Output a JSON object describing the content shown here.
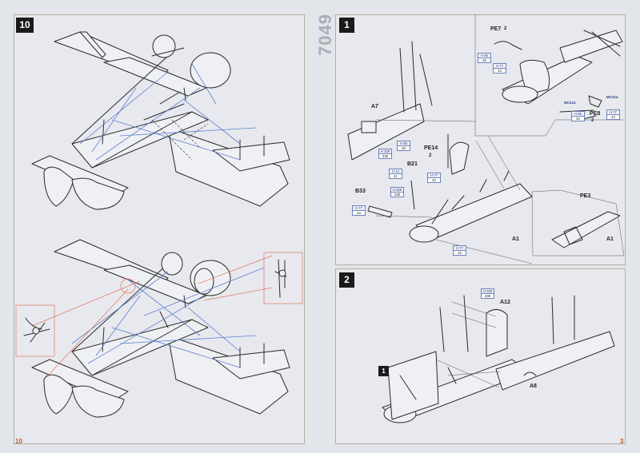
{
  "kit_number": "7049",
  "pages": {
    "left": "10",
    "right": "3"
  },
  "steps": [
    {
      "number": "10"
    },
    {
      "number": "1"
    },
    {
      "number": "2"
    }
  ],
  "step1_parts": {
    "a7": "A7",
    "pe14": "PE14",
    "b21": "B21",
    "b33": "B33",
    "a1_main": "A1",
    "pe7": "PE7",
    "pe8": "PE8",
    "pe3": "PE3",
    "a1_detail": "A1",
    "pe7_sub": "2",
    "pe8_sub": "2",
    "pe14_sub": "2"
  },
  "step2_parts": {
    "a12": "A12",
    "a8": "A8",
    "ref_step": "1"
  },
  "paint_refs": [
    {
      "code": "H 85",
      "num": "45"
    },
    {
      "code": "H 77",
      "num": "43"
    },
    {
      "code": "H 85",
      "num": "45"
    },
    {
      "code": "H 77",
      "num": "43"
    },
    {
      "code": "H 338",
      "num": "338"
    },
    {
      "code": "H 85",
      "num": "48"
    },
    {
      "code": "H 12",
      "num": "41"
    },
    {
      "code": "H 77",
      "num": "43"
    },
    {
      "code": "H 338",
      "num": "338"
    },
    {
      "code": "H 77",
      "num": "43"
    },
    {
      "code": "H 77",
      "num": "43"
    },
    {
      "code": "H 338",
      "num": "338"
    }
  ],
  "small_labels": {
    "mc214_a": "MC214",
    "mc214_b": "MC214"
  },
  "colors": {
    "panel_border": "#b8aea2",
    "rigging_blue": "#5d7fd0",
    "callout_red": "#e0775e",
    "page_number": "#c05a2a"
  }
}
